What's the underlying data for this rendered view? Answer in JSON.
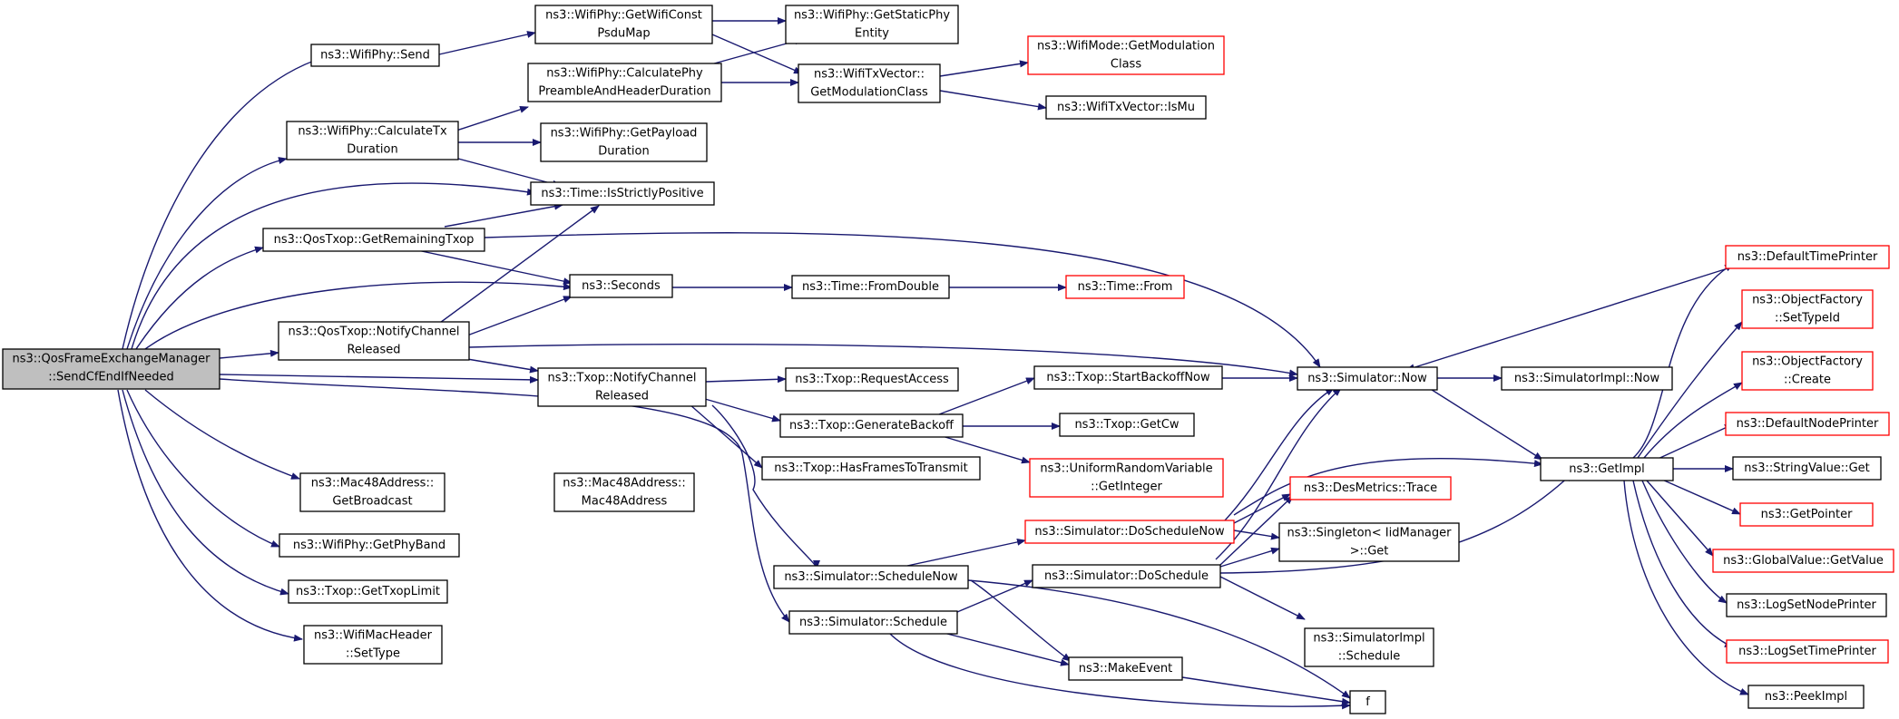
{
  "colors": {
    "edge": "#191970",
    "node_border": "#000000",
    "node_border_red": "#ff0000",
    "root_fill": "#bfbfbf"
  },
  "nodes": {
    "root": [
      "ns3::QosFrameExchangeManager",
      "::SendCfEndIfNeeded"
    ],
    "wifiphy_send": [
      "ns3::WifiPhy::Send"
    ],
    "calc_tx_duration": [
      "ns3::WifiPhy::CalculateTx",
      "Duration"
    ],
    "is_strictly_positive": [
      "ns3::Time::IsStrictlyPositive"
    ],
    "get_remaining_txop": [
      "ns3::QosTxop::GetRemainingTxop"
    ],
    "seconds": [
      "ns3::Seconds"
    ],
    "qos_notify_released": [
      "ns3::QosTxop::NotifyChannel",
      "Released"
    ],
    "txop_notify_released": [
      "ns3::Txop::NotifyChannel",
      "Released"
    ],
    "get_broadcast": [
      "ns3::Mac48Address::",
      "GetBroadcast"
    ],
    "get_phy_band": [
      "ns3::WifiPhy::GetPhyBand"
    ],
    "get_txop_limit": [
      "ns3::Txop::GetTxopLimit"
    ],
    "set_type": [
      "ns3::WifiMacHeader",
      "::SetType"
    ],
    "get_wifi_const_psdu_map": [
      "ns3::WifiPhy::GetWifiConst",
      "PsduMap"
    ],
    "calc_phy_preamble": [
      "ns3::WifiPhy::CalculatePhy",
      "PreambleAndHeaderDuration"
    ],
    "get_payload_duration": [
      "ns3::WifiPhy::GetPayload",
      "Duration"
    ],
    "get_static_phy_entity": [
      "ns3::WifiPhy::GetStaticPhy",
      "Entity"
    ],
    "get_modulation_class_vec": [
      "ns3::WifiTxVector::",
      "GetModulationClass"
    ],
    "get_modulation_class_mode": [
      "ns3::WifiMode::GetModulation",
      "Class"
    ],
    "is_mu": [
      "ns3::WifiTxVector::IsMu"
    ],
    "from_double": [
      "ns3::Time::FromDouble"
    ],
    "time_from": [
      "ns3::Time::From"
    ],
    "request_access": [
      "ns3::Txop::RequestAccess"
    ],
    "generate_backoff": [
      "ns3::Txop::GenerateBackoff"
    ],
    "has_frames": [
      "ns3::Txop::HasFramesToTransmit"
    ],
    "start_backoff_now": [
      "ns3::Txop::StartBackoffNow"
    ],
    "get_cw": [
      "ns3::Txop::GetCw"
    ],
    "get_integer": [
      "ns3::UniformRandomVariable",
      "::GetInteger"
    ],
    "mac48_address": [
      "ns3::Mac48Address::",
      "Mac48Address"
    ],
    "schedule_now": [
      "ns3::Simulator::ScheduleNow"
    ],
    "schedule": [
      "ns3::Simulator::Schedule"
    ],
    "do_schedule_now": [
      "ns3::Simulator::DoScheduleNow"
    ],
    "do_schedule": [
      "ns3::Simulator::DoSchedule"
    ],
    "make_event": [
      "ns3::MakeEvent"
    ],
    "f": [
      "f"
    ],
    "des_metrics_trace": [
      "ns3::DesMetrics::Trace"
    ],
    "singleton_get": [
      "ns3::Singleton< IidManager",
      " >::Get"
    ],
    "simimpl_schedule": [
      "ns3::SimulatorImpl",
      "::Schedule"
    ],
    "simulator_now": [
      "ns3::Simulator::Now"
    ],
    "simimpl_now": [
      "ns3::SimulatorImpl::Now"
    ],
    "get_impl": [
      "ns3::GetImpl"
    ],
    "default_time_printer": [
      "ns3::DefaultTimePrinter"
    ],
    "object_factory_set_type_id": [
      "ns3::ObjectFactory",
      "::SetTypeId"
    ],
    "object_factory_create": [
      "ns3::ObjectFactory",
      "::Create"
    ],
    "default_node_printer": [
      "ns3::DefaultNodePrinter"
    ],
    "string_value_get": [
      "ns3::StringValue::Get"
    ],
    "get_pointer": [
      "ns3::GetPointer"
    ],
    "global_value_get_value": [
      "ns3::GlobalValue::GetValue"
    ],
    "log_set_node_printer": [
      "ns3::LogSetNodePrinter"
    ],
    "log_set_time_printer": [
      "ns3::LogSetTimePrinter"
    ],
    "peek_impl": [
      "ns3::PeekImpl"
    ]
  }
}
